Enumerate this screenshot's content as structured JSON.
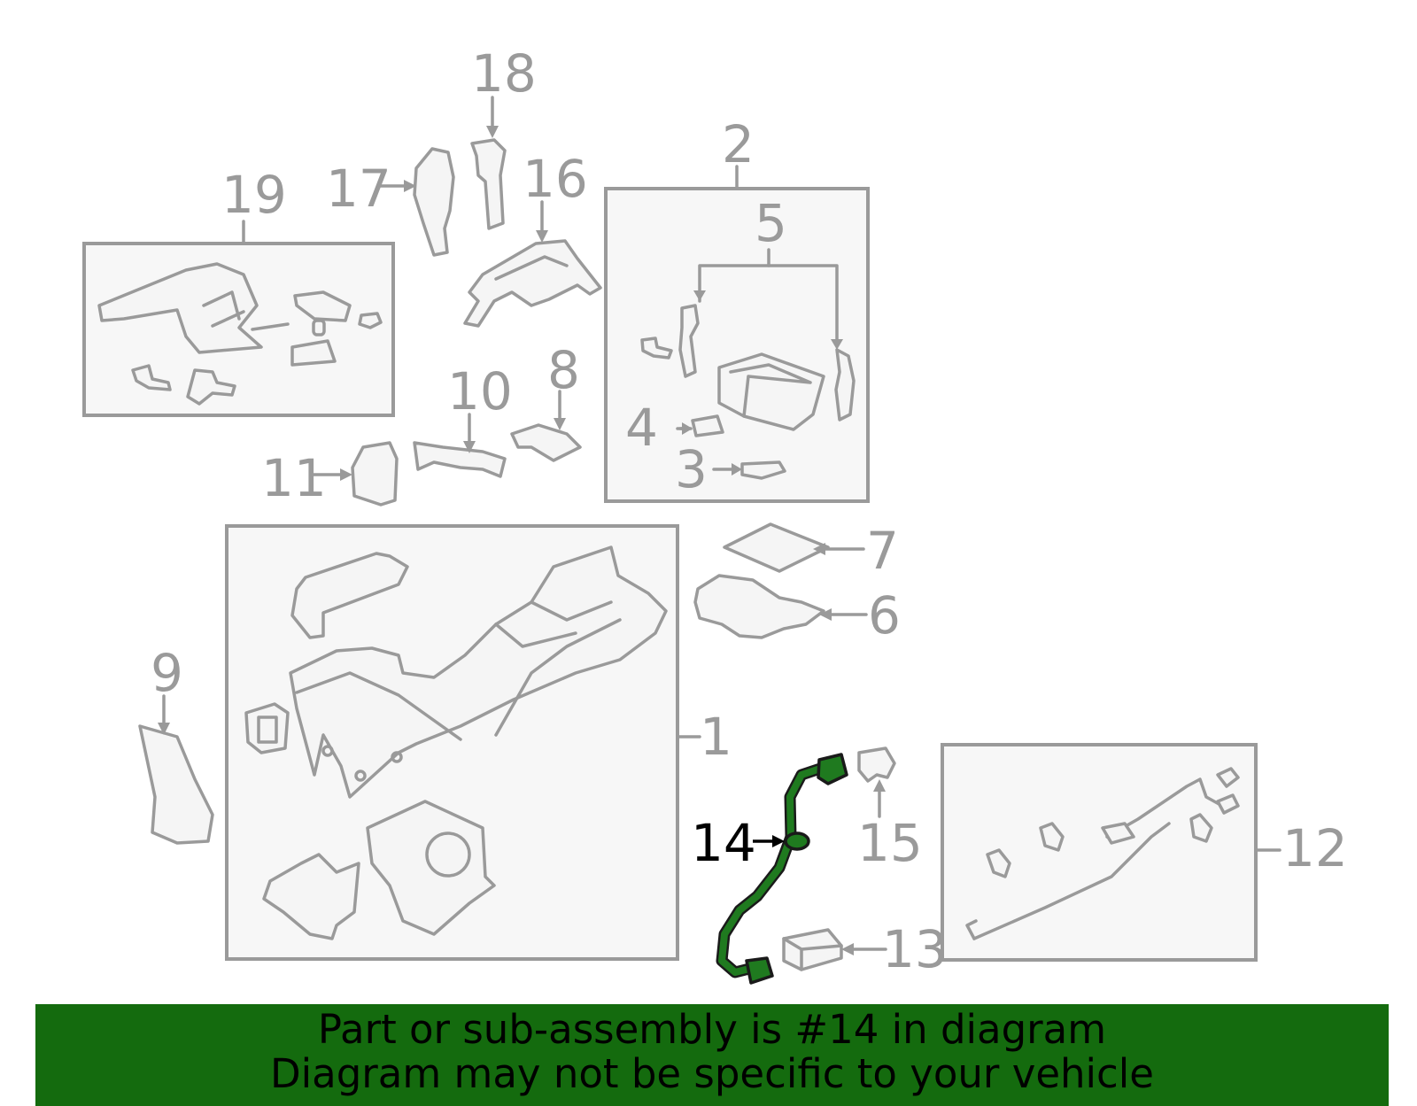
{
  "diagram": {
    "highlight_color": "#1f7a1f",
    "callouts": {
      "c1": "1",
      "c2": "2",
      "c3": "3",
      "c4": "4",
      "c5": "5",
      "c6": "6",
      "c7": "7",
      "c8": "8",
      "c9": "9",
      "c10": "10",
      "c11": "11",
      "c12": "12",
      "c13": "13",
      "c14": "14",
      "c15": "15",
      "c16": "16",
      "c17": "17",
      "c18": "18",
      "c19": "19"
    },
    "highlighted_part": "14"
  },
  "banner": {
    "background": "#146b0e",
    "line1": "Part or sub-assembly is #14 in diagram",
    "line2": "Diagram may not be specific to your vehicle"
  }
}
